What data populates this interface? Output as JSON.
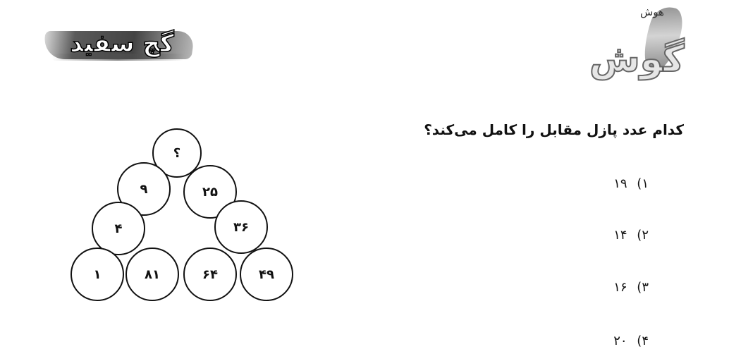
{
  "brand": {
    "left_logo_text": "گچ سفید",
    "right_logo_small": "هوش",
    "right_logo_big": "گوش"
  },
  "question": {
    "text": "کدام عدد پازل مقابل را کامل می‌کند؟",
    "options": [
      {
        "number": "۱)",
        "value": "۱۹"
      },
      {
        "number": "۲)",
        "value": "۱۴"
      },
      {
        "number": "۳)",
        "value": "۱۶"
      },
      {
        "number": "۴)",
        "value": "۲۰"
      }
    ]
  },
  "puzzle": {
    "top": "؟",
    "left_side": [
      "۹",
      "۴",
      "۱"
    ],
    "right_side": [
      "۲۵",
      "۳۶",
      "۴۹"
    ],
    "bottom_middle": [
      "۸۱",
      "۶۴"
    ]
  }
}
